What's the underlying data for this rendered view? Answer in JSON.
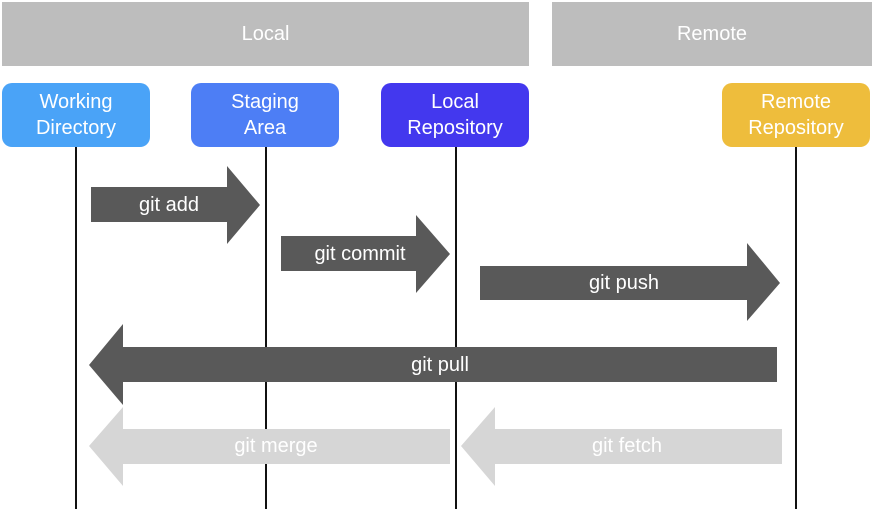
{
  "groups": {
    "local": "Local",
    "remote": "Remote"
  },
  "locations": {
    "working_directory": [
      "Working",
      "Directory"
    ],
    "staging_area": [
      "Staging",
      "Area"
    ],
    "local_repository": [
      "Local",
      "Repository"
    ],
    "remote_repository": [
      "Remote",
      "Repository"
    ]
  },
  "colors": {
    "group_bar": "#bdbdbd",
    "working_directory": "#4aa3f7",
    "staging_area": "#4d7ef5",
    "local_repository": "#4338ee",
    "remote_repository": "#eebd3c",
    "arrow_dark": "#595959",
    "arrow_light": "#d6d6d6"
  },
  "commands": [
    {
      "label": "git add",
      "from": "working_directory",
      "to": "staging_area",
      "style": "dark"
    },
    {
      "label": "git commit",
      "from": "staging_area",
      "to": "local_repository",
      "style": "dark"
    },
    {
      "label": "git push",
      "from": "local_repository",
      "to": "remote_repository",
      "style": "dark"
    },
    {
      "label": "git pull",
      "from": "remote_repository",
      "to": "working_directory",
      "style": "dark"
    },
    {
      "label": "git merge",
      "from": "local_repository",
      "to": "working_directory",
      "style": "light"
    },
    {
      "label": "git fetch",
      "from": "remote_repository",
      "to": "local_repository",
      "style": "light"
    }
  ]
}
